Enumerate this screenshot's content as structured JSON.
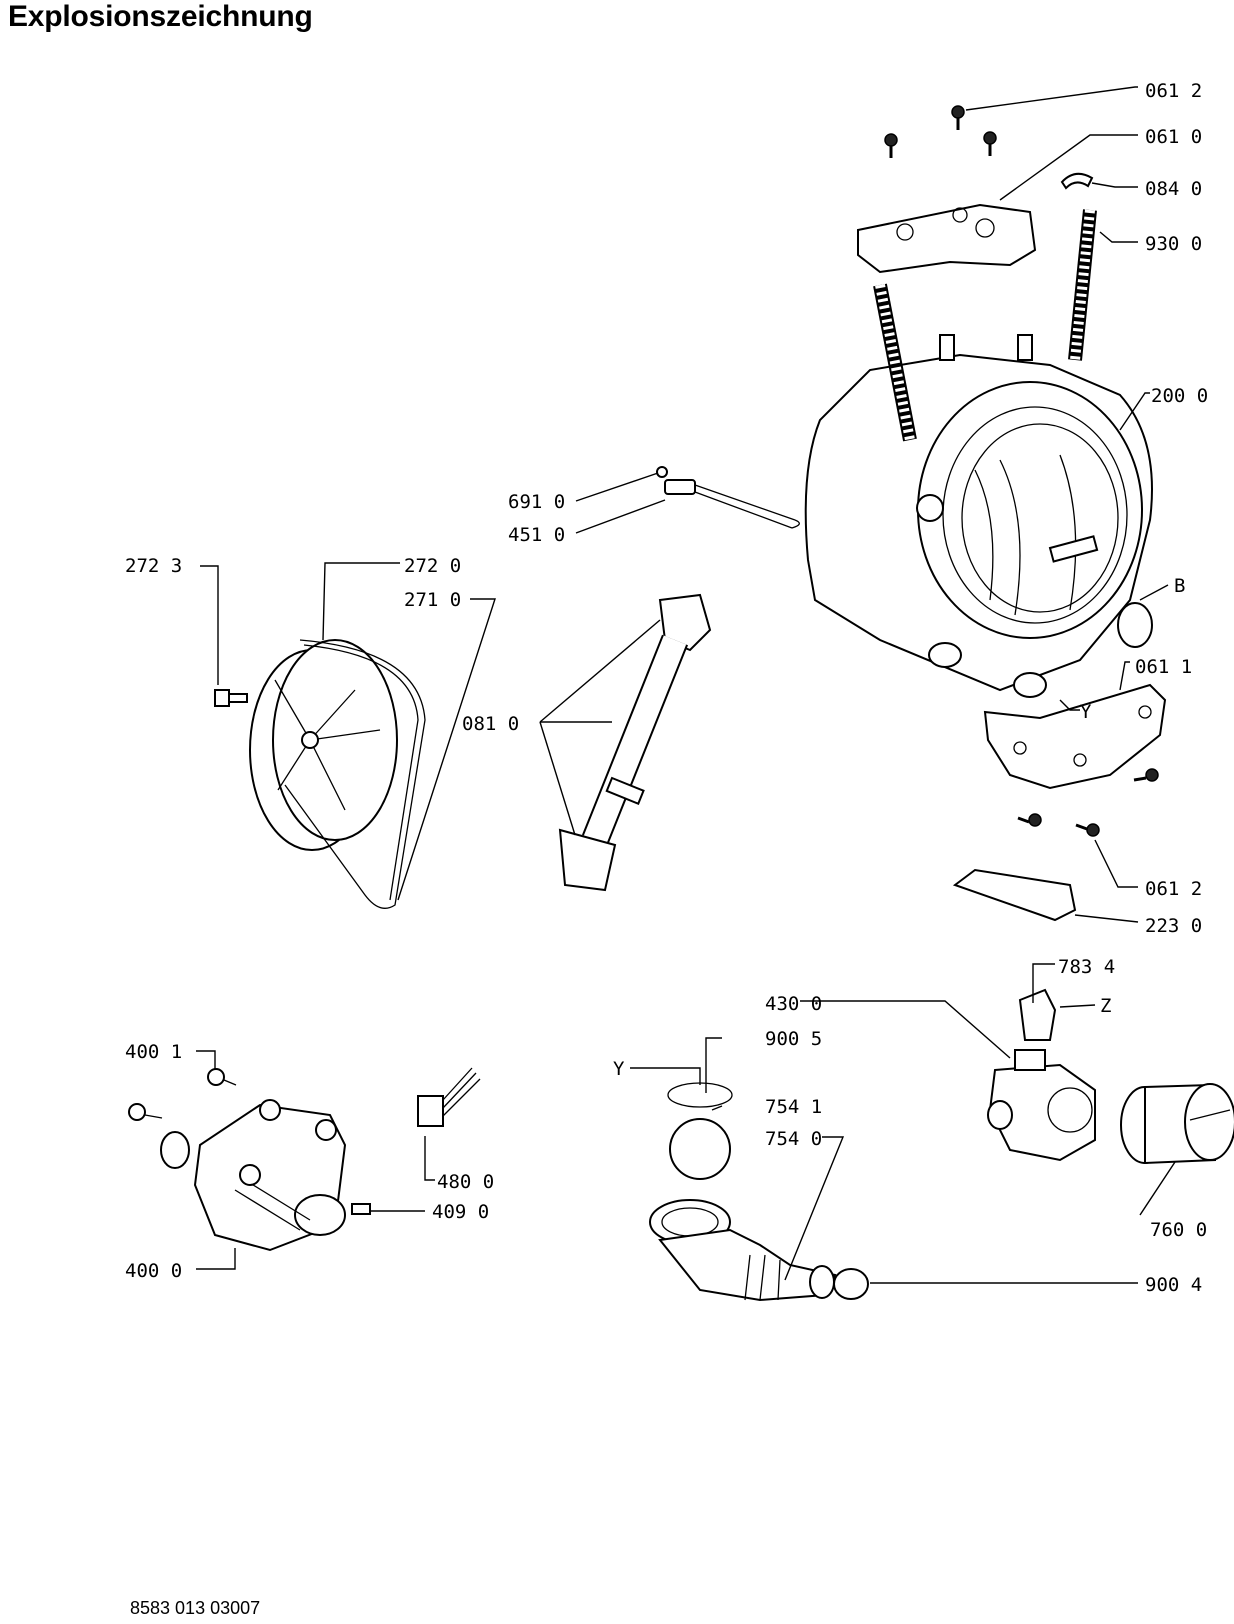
{
  "title": "Explosionszeichnung",
  "document_number": "8583 013 03007",
  "callouts": {
    "c0612_top": "061 2",
    "c0610": "061 0",
    "c0840": "084 0",
    "c9300": "930 0",
    "c2000": "200 0",
    "cB": "B",
    "c0611": "061 1",
    "cY_tub": "Y",
    "c0612_bot": "061 2",
    "c2230": "223 0",
    "c6910": "691 0",
    "c4510": "451 0",
    "c2723": "272 3",
    "c2720": "272 0",
    "c2710": "271 0",
    "c0810": "081 0",
    "c7834": "783 4",
    "c4300": "430 0",
    "cZ": "Z",
    "c9005": "900 5",
    "cY_pump": "Y",
    "c7541": "754 1",
    "c7540": "754 0",
    "c7600": "760 0",
    "c9004": "900 4",
    "c4001": "400 1",
    "c4800": "480 0",
    "c4090": "409 0",
    "c4000": "400 0"
  }
}
